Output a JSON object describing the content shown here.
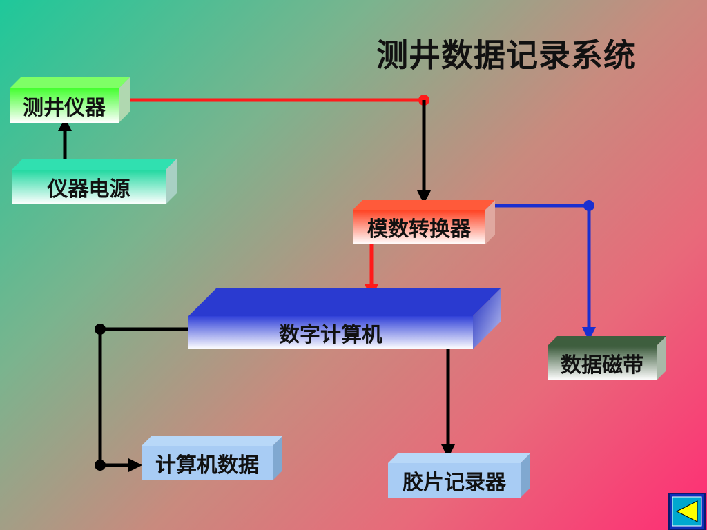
{
  "title": "测井数据记录系统",
  "nodes": {
    "logging_tool": "测井仪器",
    "power_supply": "仪器电源",
    "adc": "模数转换器",
    "computer": "数字计算机",
    "data_tape": "数据磁带",
    "computer_data": "计算机数据",
    "film_recorder": "胶片记录器"
  },
  "colors": {
    "red_line": "#ff1a1a",
    "blue_line": "#1a2fd0",
    "black_line": "#000000"
  },
  "nav": {
    "back_icon": "back-arrow-icon"
  }
}
